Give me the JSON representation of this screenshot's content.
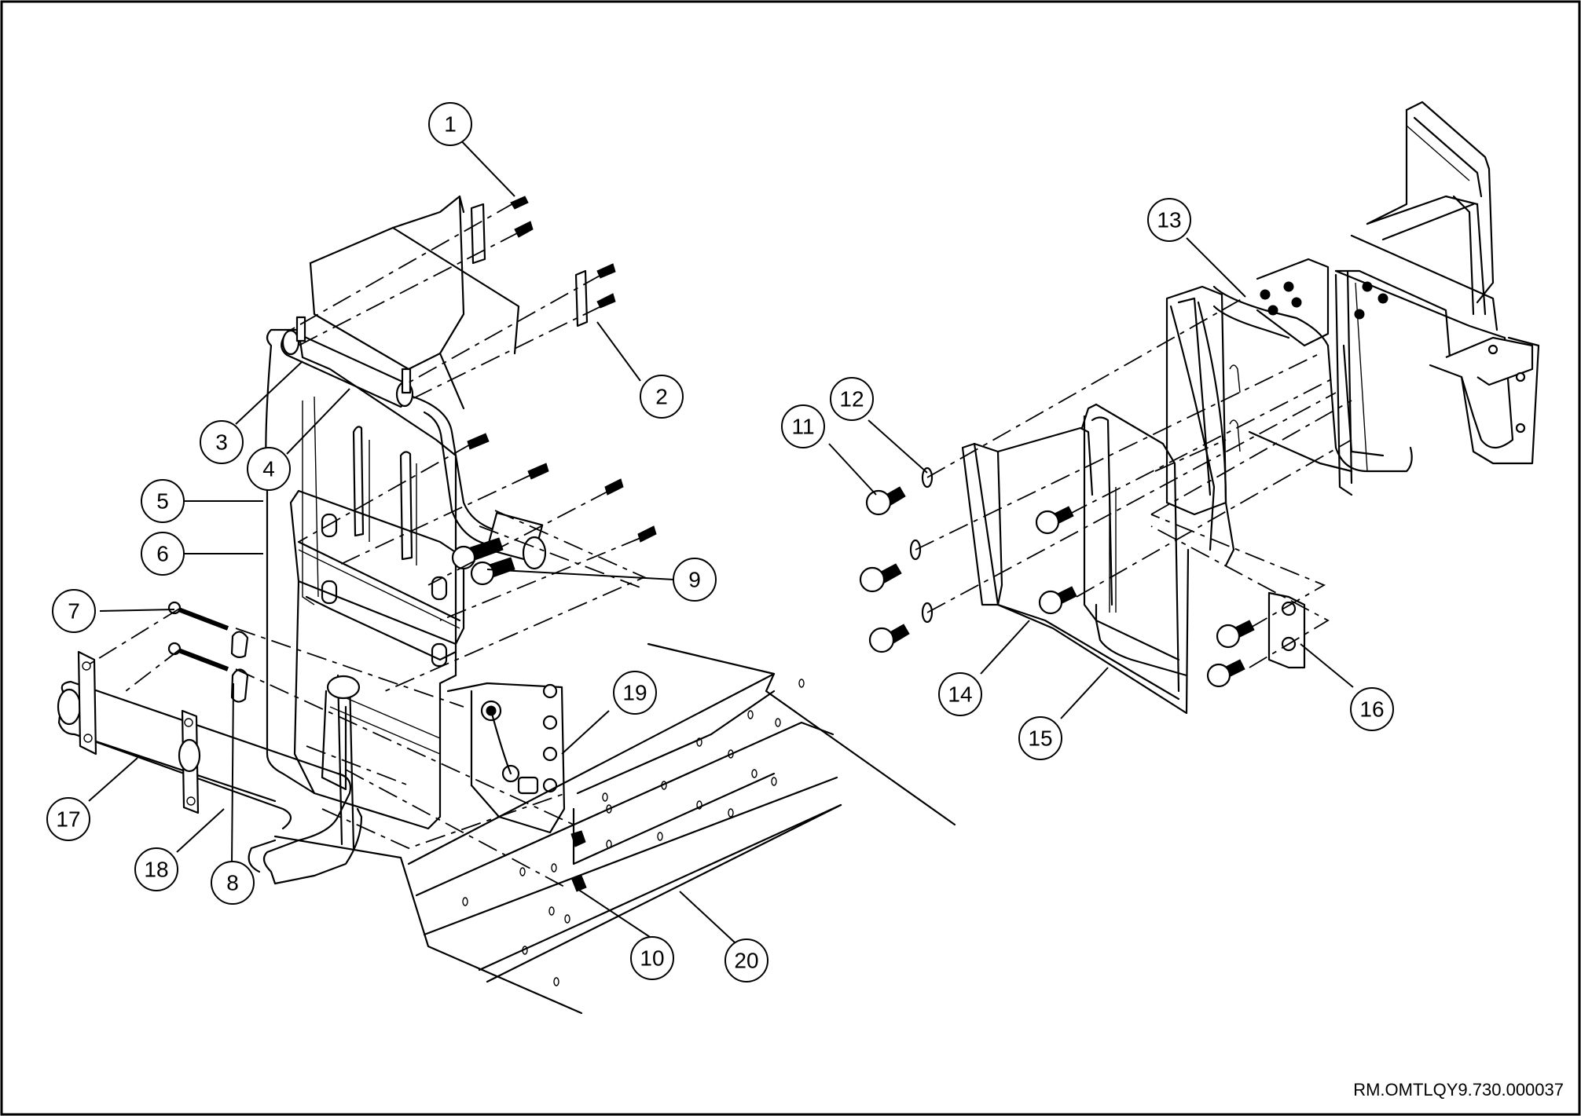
{
  "document_code": "RM.OMTLQY9.730.000037",
  "callouts": [
    {
      "number": "1"
    },
    {
      "number": "2"
    },
    {
      "number": "3"
    },
    {
      "number": "4"
    },
    {
      "number": "5"
    },
    {
      "number": "6"
    },
    {
      "number": "7"
    },
    {
      "number": "8"
    },
    {
      "number": "9"
    },
    {
      "number": "10"
    },
    {
      "number": "11"
    },
    {
      "number": "12"
    },
    {
      "number": "13"
    },
    {
      "number": "14"
    },
    {
      "number": "15"
    },
    {
      "number": "16"
    },
    {
      "number": "17"
    },
    {
      "number": "18"
    },
    {
      "number": "19"
    },
    {
      "number": "20"
    }
  ]
}
